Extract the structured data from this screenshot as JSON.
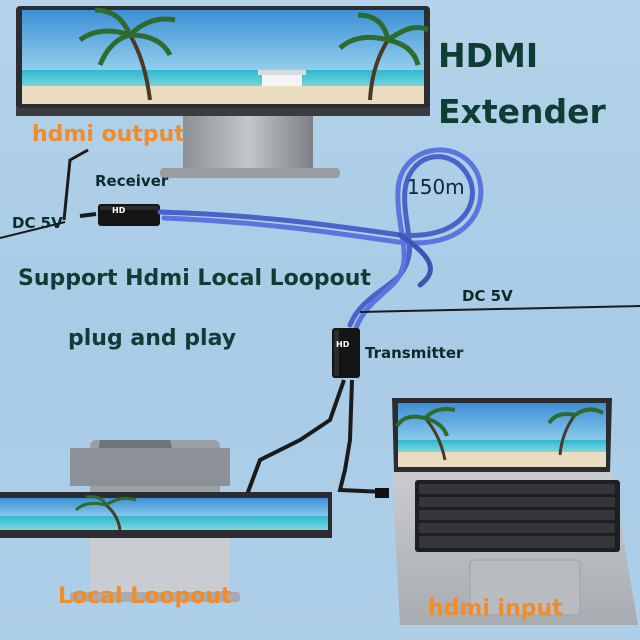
{
  "title_line1": "HDMI",
  "title_line2": "Extender",
  "labels": {
    "hdmi_output": "hdmi output",
    "receiver": "Receiver",
    "dc_left": "DC 5V",
    "cable_length": "150m",
    "support": "Support Hdmi Local Loopout",
    "dc_right": "DC 5V",
    "plug_and_play": "plug and play",
    "transmitter": "Transmitter",
    "local_loopout": "Local Loopout",
    "hdmi_input": "hdmi input"
  },
  "device_badge": "HD",
  "colors": {
    "background": "#aecfe8",
    "title": "#0e3d34",
    "accent_orange": "#f28c28",
    "cable_blue": "#4a63c9"
  }
}
